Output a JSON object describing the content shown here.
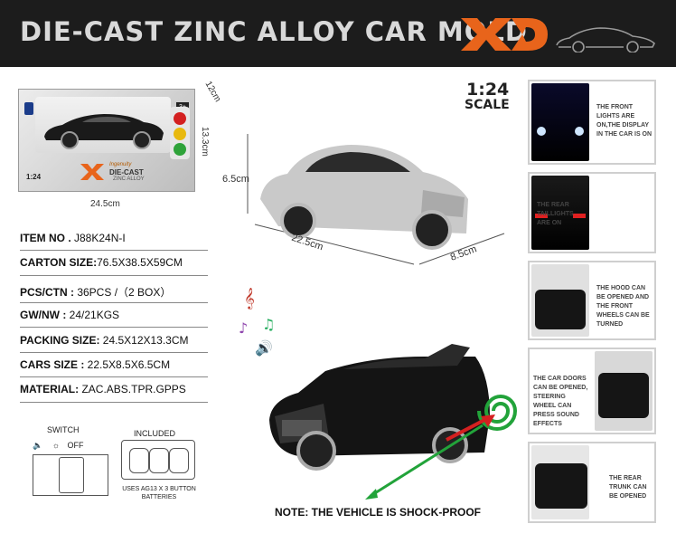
{
  "header": {
    "title": "DIE-CAST ZINC ALLOY CAR MOLD",
    "logo": "XD"
  },
  "package": {
    "scale": "1:24",
    "brand_tagline": "Ingenuity",
    "brand_main": "DIE-CAST",
    "brand_alloy": "ZINC ALLOY",
    "age_badge": "3+",
    "width": "24.5cm",
    "height": "13.3cm",
    "depth": "12cm"
  },
  "specs": [
    {
      "key": "ITEM NO .",
      "value": " J88K24N-I"
    },
    {
      "key": "CARTON SIZE:",
      "value": "76.5X38.5X59CM"
    },
    {
      "key": "PCS/CTN :",
      "value": " 36PCS /（2 BOX）"
    },
    {
      "key": "GW/NW :",
      "value": " 24/21KGS"
    },
    {
      "key": "PACKING SIZE:",
      "value": " 24.5X12X13.3CM"
    },
    {
      "key": "CARS SIZE :",
      "value": " 22.5X8.5X6.5CM"
    },
    {
      "key": "MATERIAL:",
      "value": "  ZAC.ABS.TPR.GPPS"
    }
  ],
  "switch": {
    "label": "SWITCH",
    "off_label": "OFF"
  },
  "included": {
    "label": "INCLUDED",
    "note": "USES AG13 X 3 BUTTON BATTERIES"
  },
  "scale": {
    "ratio": "1:24",
    "word": "SCALE"
  },
  "car_dims": {
    "height": "6.5cm",
    "length": "22.5cm",
    "width": "8.5cm"
  },
  "panels": [
    {
      "text": "THE FRONT LIGHTS ARE ON,THE DISPLAY IN THE CAR IS ON"
    },
    {
      "text": "THE REAR TAILLIGHTS ARE ON"
    },
    {
      "text": "THE HOOD CAN BE OPENED AND THE FRONT WHEELS CAN BE TURNED"
    },
    {
      "text": "THE CAR DOORS CAN BE OPENED, STEERING WHEEL CAN PRESS SOUND EFFECTS"
    },
    {
      "text": "THE REAR TRUNK CAN BE OPENED"
    }
  ],
  "note": "NOTE: THE VEHICLE IS SHOCK-PROOF",
  "colors": {
    "header_bg": "#1c1c1c",
    "logo_orange": "#e8641b",
    "arrow_green": "#22a33a",
    "arrow_red": "#d42020"
  }
}
